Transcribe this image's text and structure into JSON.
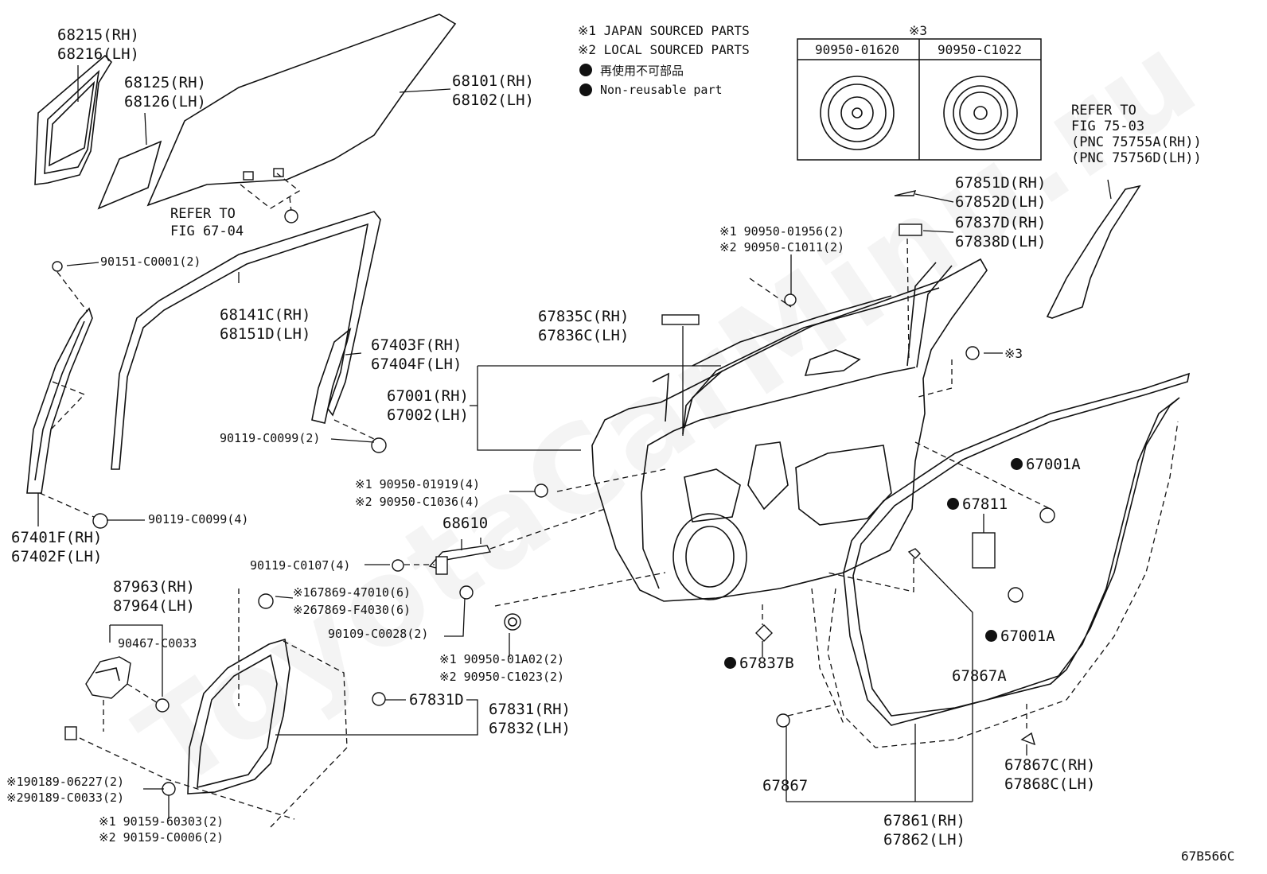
{
  "watermark": "ToyotaCarMinu.ru",
  "legend": {
    "note1": "※1 JAPAN SOURCED PARTS",
    "note2": "※2 LOCAL SOURCED PARTS",
    "nonreusable_jp": "再使用不可部品",
    "nonreusable_en": "Non-reusable part"
  },
  "table": {
    "mark": "※3",
    "col1": "90950-01620",
    "col2": "90950-C1022"
  },
  "labels": {
    "p68215_rh": "68215(RH)",
    "p68216_lh": "68216(LH)",
    "p68125_rh": "68125(RH)",
    "p68126_lh": "68126(LH)",
    "p68101_rh": "68101(RH)",
    "p68102_lh": "68102(LH)",
    "refer_6704_a": "REFER TO",
    "refer_6704_b": "FIG 67-04",
    "p90151": "90151-C0001(2)",
    "p68141c": "68141C(RH)",
    "p68151d": "68151D(LH)",
    "p67403f": "67403F(RH)",
    "p67404f": "67404F(LH)",
    "p67001": "67001(RH)",
    "p67002": "67002(LH)",
    "p90119_c0099_2": "90119-C0099(2)",
    "p90119_c0099_4": "90119-C0099(4)",
    "p67401f": "67401F(RH)",
    "p67402f": "67402F(LH)",
    "p90950_01919": "※1 90950-01919(4)",
    "p90950_c1036": "※2 90950-C1036(4)",
    "p68610": "68610",
    "p90119_c0107": "90119-C0107(4)",
    "p87963": "87963(RH)",
    "p87964": "87964(LH)",
    "p67869_47010": "※167869-47010(6)",
    "p67869_f4030": "※267869-F4030(6)",
    "p90109": "90109-C0028(2)",
    "p90467": "90467-C0033",
    "p90950_01a02": "※1 90950-01A02(2)",
    "p90950_c1023": "※2 90950-C1023(2)",
    "p67831d": "67831D",
    "p67831": "67831(RH)",
    "p67832": "67832(LH)",
    "p90189_06227": "※190189-06227(2)",
    "p90189_c0033": "※290189-C0033(2)",
    "p90159_60303": "※1 90159-60303(2)",
    "p90159_c0006": "※2 90159-C0006(2)",
    "p67835c": "67835C(RH)",
    "p67836c": "67836C(LH)",
    "p90950_01956": "※1 90950-01956(2)",
    "p90950_c1011": "※2 90950-C1011(2)",
    "p67851d": "67851D(RH)",
    "p67852d": "67852D(LH)",
    "p67837d": "67837D(RH)",
    "p67838d": "67838D(LH)",
    "refer_7503_a": "REFER TO",
    "refer_7503_b": "FIG 75-03",
    "refer_7503_c": "(PNC 75755A(RH))",
    "refer_7503_d": "(PNC 75756D(LH))",
    "mark3": "※3",
    "p67001a_1": "67001A",
    "p67811": "67811",
    "p67001a_2": "67001A",
    "p67837b": "67837B",
    "p67867a": "67867A",
    "p67867": "67867",
    "p67867c": "67867C(RH)",
    "p67868c": "67868C(LH)",
    "p67861": "67861(RH)",
    "p67862": "67862(LH)",
    "figure_code": "67B566C"
  }
}
